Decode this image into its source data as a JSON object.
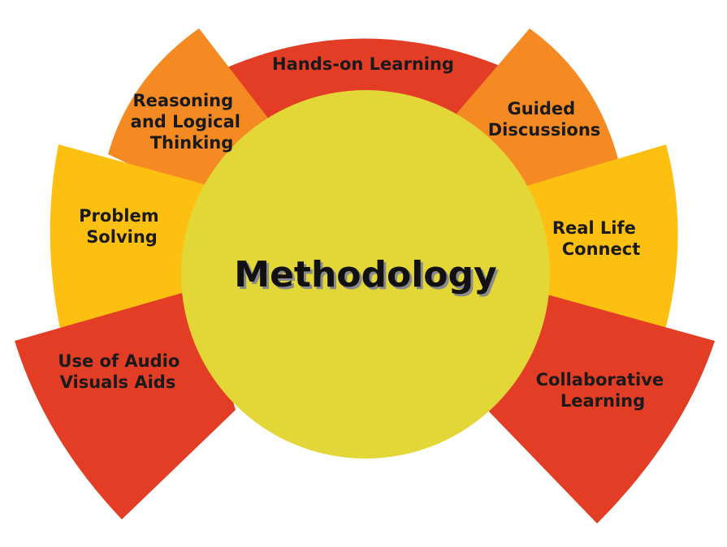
{
  "colors": {
    "red": "#e33d26",
    "orange": "#f48a21",
    "gold": "#fdc010",
    "yellow": "#e3d637",
    "text": "#1a1a1a"
  },
  "center": {
    "title": "Methodology"
  },
  "segments": {
    "hands_on": {
      "lines": [
        "Hands-on Learning"
      ]
    },
    "guided": {
      "lines": [
        "Guided",
        "Discussions"
      ]
    },
    "real_life": {
      "lines": [
        "Real Life",
        "Connect"
      ]
    },
    "collaborative": {
      "lines": [
        "Collaborative",
        "Learning"
      ]
    },
    "reasoning": {
      "lines": [
        "Reasoning",
        "and Logical",
        "Thinking"
      ]
    },
    "problem": {
      "lines": [
        "Problem",
        "Solving"
      ]
    },
    "audio": {
      "lines": [
        "Use of Audio",
        "Visuals Aids"
      ]
    }
  }
}
